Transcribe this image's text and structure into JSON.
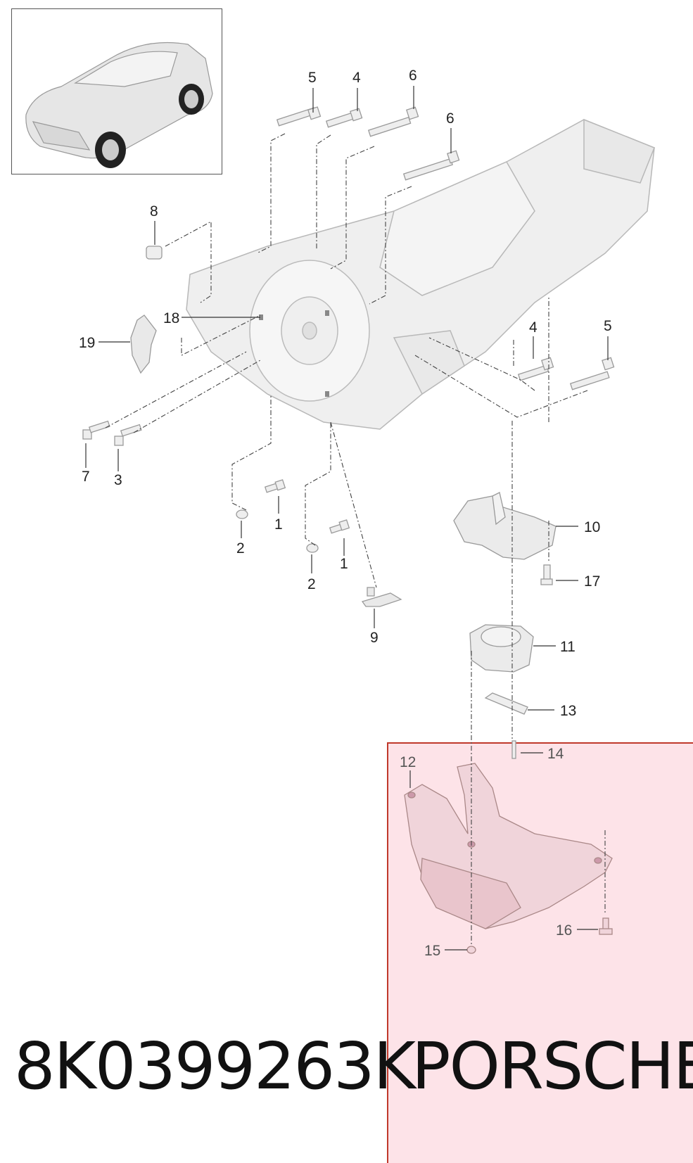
{
  "callouts": {
    "c5a": "5",
    "c4a": "4",
    "c6a": "6",
    "c6b": "6",
    "c8": "8",
    "c18": "18",
    "c19": "19",
    "c7": "7",
    "c3": "3",
    "c1a": "1",
    "c2a": "2",
    "c1b": "1",
    "c2b": "2",
    "c9": "9",
    "c4b": "4",
    "c5b": "5",
    "c10": "10",
    "c17": "17",
    "c11": "11",
    "c13": "13",
    "c14": "14",
    "c12": "12",
    "c15": "15",
    "c16": "16"
  },
  "footer": {
    "part_number": "8K0399263K",
    "brand": "PORSCHE"
  },
  "colors": {
    "highlight_bg": "#fde3e8",
    "highlight_border": "#c0392b",
    "part_fill": "#eeeeee",
    "part_stroke": "#9a9a9a"
  }
}
